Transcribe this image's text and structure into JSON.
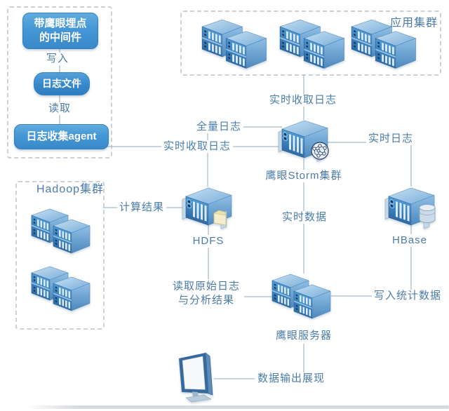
{
  "boxes": {
    "middleware": "带鹰眼埋点\n的中间件",
    "log_file": "日志文件",
    "log_agent": "日志收集agent"
  },
  "groups": {
    "app_cluster": "应用集群",
    "hadoop_cluster": "Hadoop集群"
  },
  "nodes": {
    "storm": "鹰眼Storm集群",
    "hdfs": "HDFS",
    "hbase": "HBase",
    "eagle_server": "鹰眼服务器"
  },
  "edges": {
    "write": "写入",
    "read": "读取",
    "collect_realtime_top": "实时收取日志",
    "collect_realtime_left": "实时收取日志",
    "full_log": "全量日志",
    "realtime_log": "实时日志",
    "realtime_data": "实时数据",
    "compute_result": "计算结果",
    "read_raw_log": "读取原始日志\n与分析结果",
    "write_stats": "写入统计数据",
    "data_output": "数据输出展现"
  },
  "icons": {
    "server_cluster": "server-cluster-icon",
    "server": "server-icon",
    "globe": "globe-network-icon",
    "folder": "folder-icon",
    "cylinder": "database-cylinder-icon",
    "monitor": "monitor-icon"
  },
  "colors": {
    "accent_blue": "#4296d5",
    "label_blue": "#4a7cab",
    "line": "#a9bcc9",
    "dashed_border": "#ccd1d8"
  }
}
